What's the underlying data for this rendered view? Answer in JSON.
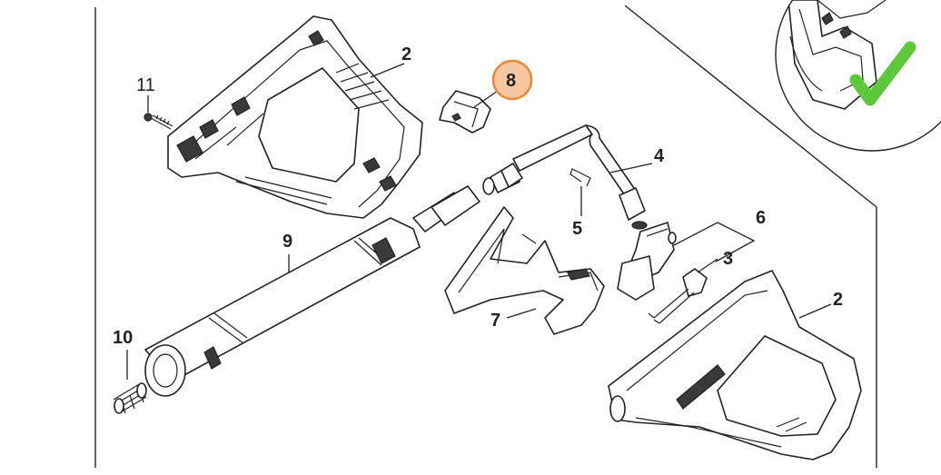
{
  "callouts": {
    "c2_top": "2",
    "c11": "11",
    "c8": "8",
    "c4": "4",
    "c5": "5",
    "c6": "6",
    "c3": "3",
    "c9": "9",
    "c7": "7",
    "c10": "10",
    "c2_bottom": "2"
  },
  "highlight": {
    "callout": "8",
    "color": "#e8893a",
    "fill": "#f6c7a0"
  },
  "inset": {
    "check_color": "#5cc83a",
    "icon": "checkmark-icon"
  }
}
